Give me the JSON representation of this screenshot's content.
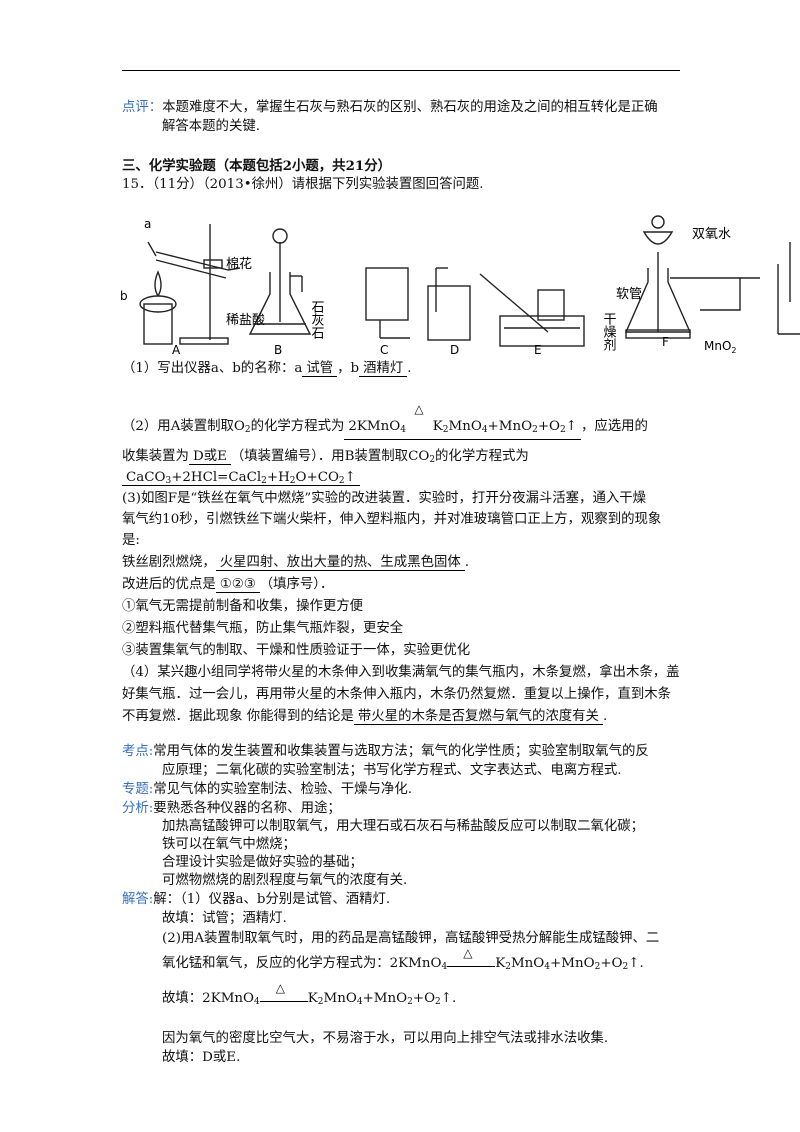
{
  "comment": {
    "tag": "点评：",
    "line1": "本题难度不大，掌握生石灰与熟石灰的区别、熟石灰的用途及之间的相互转化是正确",
    "line2": "解答本题的关键."
  },
  "section": "三、化学实验题（本题包括2小题，共21分）",
  "question": "15．（11分）（2013•徐州）请根据下列实验装置图回答问题.",
  "figure": {
    "labels": {
      "a": "a",
      "b": "b",
      "cotton": "棉花",
      "dilute_hcl": "稀盐酸",
      "limestone": "石灰石",
      "h2o2": "双氧水",
      "soft_tube": "软管",
      "drier": "干燥剂",
      "mno2": "MnO",
      "A": "A",
      "B": "B",
      "C": "C",
      "D": "D",
      "E": "E",
      "F": "F"
    }
  },
  "q1": {
    "text": "（1）写出仪器a、b的名称：a",
    "a": "试管",
    "mid": "，b",
    "b": "酒精灯",
    "end": "."
  },
  "q2": {
    "text1": "（2）用A装置制取O",
    "text2": "的化学方程式为",
    "eq_left": "2KMnO",
    "eq_right": "K",
    "tri": "△",
    "end": "，应选用的",
    "line2_a": "收集装置为",
    "collect": "D或E",
    "line2_b": "（填装置编号）．用B装置制取CO",
    "line2_c": "的化学方程式为",
    "eq2": "CaCO"
  },
  "q3": {
    "line1": "(3)如图F是“铁丝在氧气中燃烧”实验的改进装置．实验时，打开分夜漏斗活塞，通入干燥",
    "line2": "氧气约10秒，引燃铁丝下端火柴杆，伸入塑料瓶内，并对准玻璃管口正上方，观察到的现象",
    "line3": "是:",
    "line4_a": "铁丝剧烈燃烧，",
    "phenomenon": "火星四射、放出大量的热、生成黑色固体",
    "line4_end": ".",
    "adv_a": "改进后的优点是",
    "adv": "①②③",
    "adv_b": "（填序号）．",
    "opt1": "①氧气无需提前制备和收集，操作更方便",
    "opt2": "②塑料瓶代替集气瓶，防止集气瓶炸裂，更安全",
    "opt3": "③装置集氧气的制取、干燥和性质验证于一体，实验更优化"
  },
  "q4": {
    "line1": "（4）某兴趣小组同学将带火星的木条伸入到收集满氧气的集气瓶内，木条复燃，拿出木条，盖",
    "line2": "好集气瓶．过一会儿，再用带火星的木条伸入瓶内，木条仍然复燃．重复以上操作，直到木条",
    "line3_a": "不再复燃．据此现象 你能得到的结论是",
    "conclusion": "带火星的木条是否复燃与氧气的浓度有关",
    "line3_end": "."
  },
  "analysis": {
    "kaodian_tag": "考点:",
    "kaodian1": "常用气体的发生装置和收集装置与选取方法；氧气的化学性质；实验室制取氧气的反",
    "kaodian2": "应原理；二氧化碳的实验室制法；书写化学方程式、文字表达式、电离方程式.",
    "zhuanti_tag": "专题:",
    "zhuanti": "常见气体的实验室制法、检验、干燥与净化.",
    "fenxi_tag": "分析:",
    "fenxi1": "要熟悉各种仪器的名称、用途；",
    "fenxi2": "加热高锰酸钾可以制取氧气，用大理石或石灰石与稀盐酸反应可以制取二氧化碳；",
    "fenxi3": "铁可以在氧气中燃烧；",
    "fenxi4": "合理设计实验是做好实验的基础；",
    "fenxi5": "可燃物燃烧的剧烈程度与氧气的浓度有关.",
    "jieda_tag": "解答:",
    "jieda1": "解：（1）仪器a、b分别是试管、酒精灯.",
    "jieda2": "故填：试管；酒精灯.",
    "jieda3": "(2)用A装置制取氧气时，用的药品是高锰酸钾，高锰酸钾受热分解能生成锰酸钾、二",
    "jieda4": "氧化锰和氧气，反应的化学方程式为：2KMnO",
    "jieda5": "故填：2KMnO",
    "jieda6": "因为氧气的密度比空气大，不易溶于水，可以用向上排空气法或排水法收集.",
    "jieda7": "故填：D或E."
  }
}
